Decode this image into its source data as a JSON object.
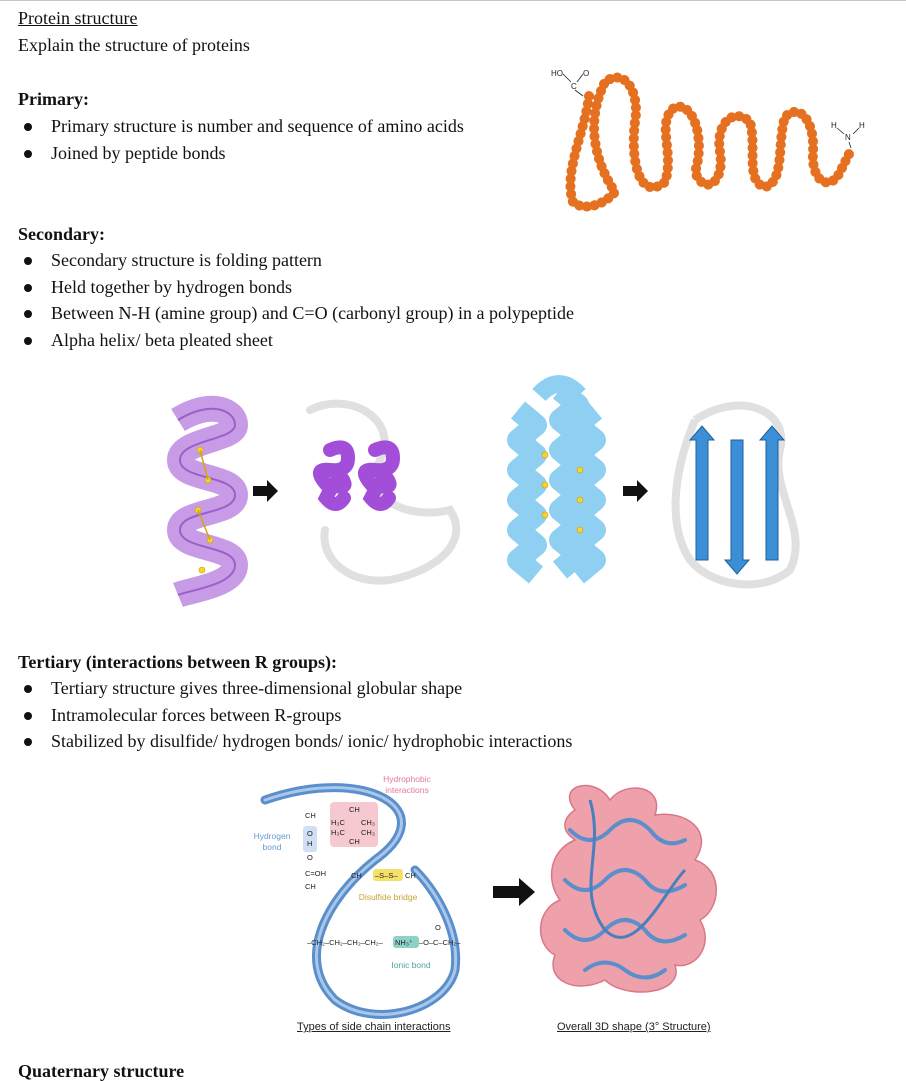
{
  "doc": {
    "title": "Protein structure",
    "prompt": "Explain the structure of proteins"
  },
  "primary": {
    "heading": "Primary:",
    "bullets": [
      "Primary structure is number and sequence of amino acids",
      "Joined by peptide bonds"
    ],
    "figure": {
      "cooh": "HO",
      "o": "O",
      "c": "C",
      "h1": "H",
      "h2": "H",
      "n": "N",
      "bead_color": "#ef7a22"
    }
  },
  "secondary": {
    "heading": "Secondary:",
    "bullets": [
      "Secondary structure is folding pattern",
      "Held together by hydrogen bonds",
      "Between N-H (amine group) and C=O (carbonyl group) in a polypeptide",
      "Alpha helix/ beta pleated sheet"
    ],
    "figure": {
      "helix_color": "#b27ad8",
      "sheet_color": "#7cc6ec",
      "arrow_color": "#3a8fd6"
    }
  },
  "tertiary": {
    "heading": "Tertiary (interactions between R groups):",
    "bullets": [
      "Tertiary structure gives three-dimensional globular shape",
      "Intramolecular forces between R-groups",
      "Stabilized by disulfide/ hydrogen bonds/ ionic/ hydrophobic interactions"
    ],
    "figure": {
      "hydrophobic_l1": "Hydrophobic",
      "hydrophobic_l2": "interactions",
      "hydrogen_l1": "Hydrogen",
      "hydrogen_l2": "bond",
      "disulfide": "Disulfide bridge",
      "ionic": "Ionic bond",
      "caption_left": "Types of side chain interactions",
      "caption_right": "Overall 3D shape (3° Structure)",
      "ch2": "CH",
      "sub2": "2",
      "ch": "CH",
      "h3c": "H₃C",
      "ch3": "CH₃",
      "o": "O",
      "h": "H",
      "coh": "C=OH",
      "ss": "–S–S–",
      "nh3": "NH₃⁺",
      "ionic_chain": "–CH₂–CH₂–CH₂–CH₂–",
      "ionic_o": "–O–",
      "ionic_tail": "C–CH₂–",
      "carbonyl_o": "O",
      "pink": "#e98a99",
      "blue": "#5b8fcb"
    }
  },
  "quaternary": {
    "heading": "Quaternary structure"
  }
}
